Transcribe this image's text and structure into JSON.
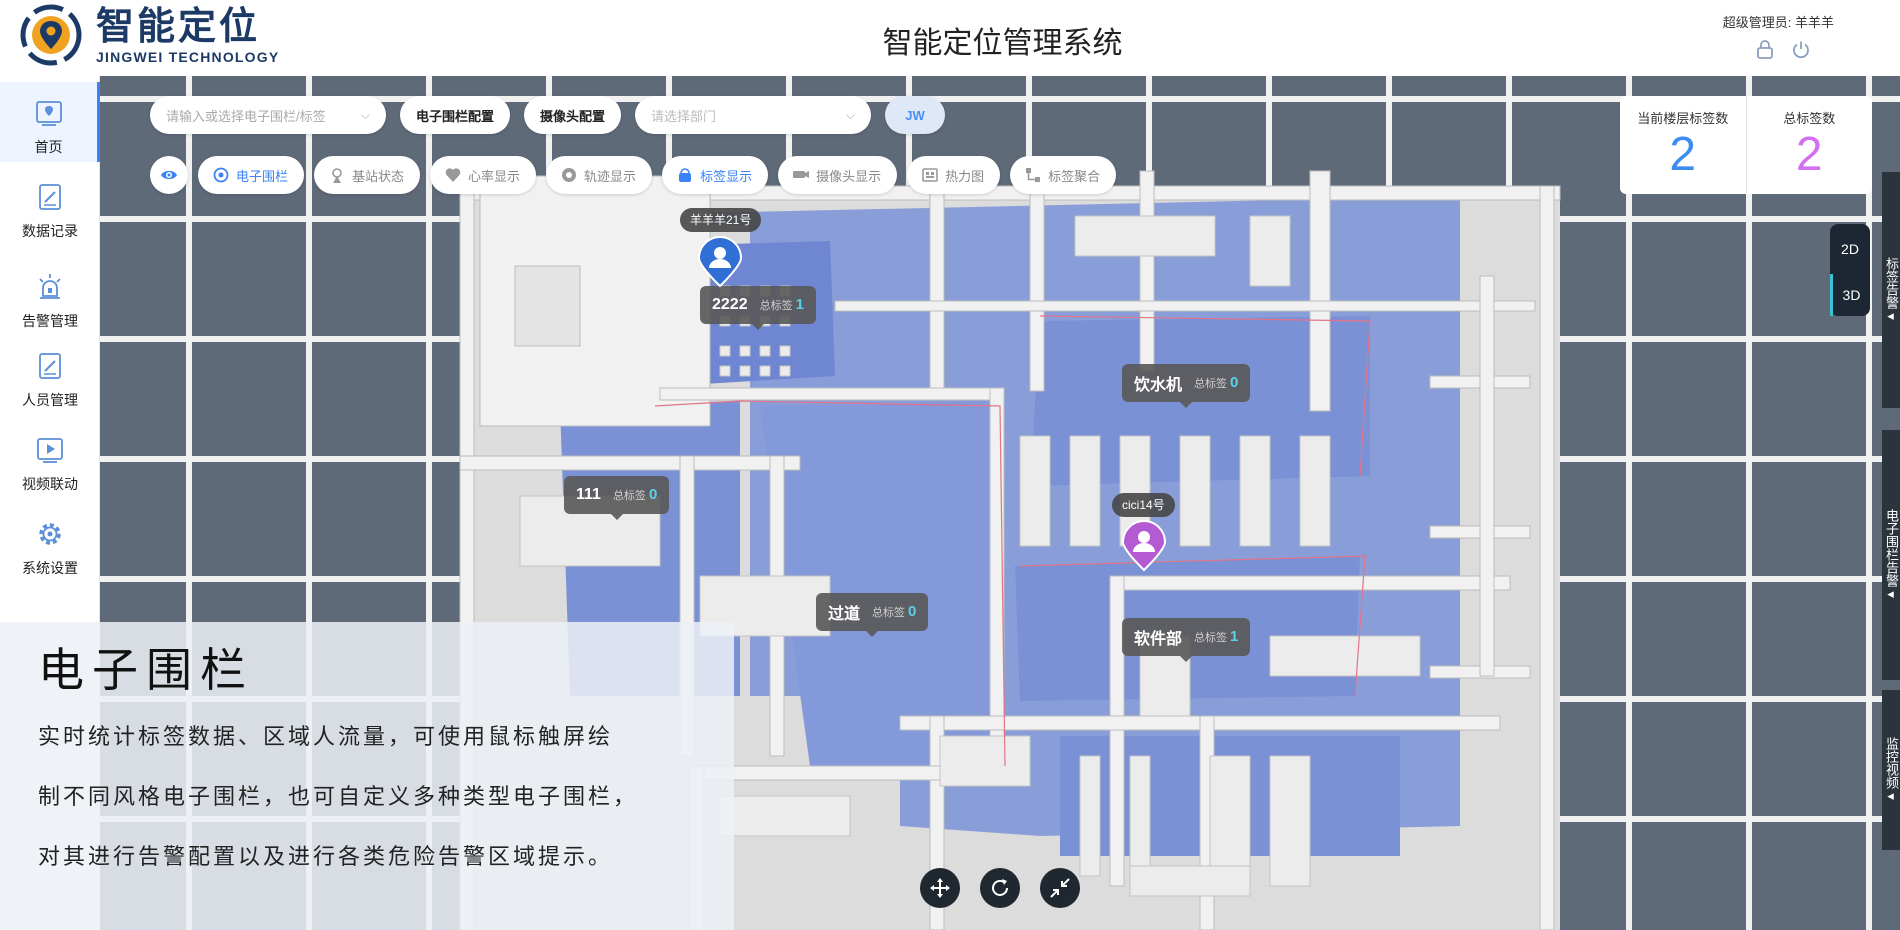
{
  "header": {
    "logo_cn": "智能定位",
    "logo_en": "JINGWEI TECHNOLOGY",
    "app_title": "智能定位管理系统",
    "user_text": "超级管理员:  羊羊羊",
    "icons": [
      "lock-icon",
      "power-icon"
    ]
  },
  "sidebar": {
    "items": [
      {
        "label": "首页",
        "icon": "map-pin-icon",
        "active": true
      },
      {
        "label": "数据记录",
        "icon": "edit-document-icon",
        "active": false
      },
      {
        "label": "告警管理",
        "icon": "alarm-light-icon",
        "active": false
      },
      {
        "label": "人员管理",
        "icon": "edit-document-icon",
        "active": false
      },
      {
        "label": "视频联动",
        "icon": "play-video-icon",
        "active": false
      },
      {
        "label": "系统设置",
        "icon": "gear-icon",
        "active": false
      }
    ]
  },
  "toolbar": {
    "search_placeholder": "请输入或选择电子围栏/标签",
    "fence_config": "电子围栏配置",
    "camera_config": "摄像头配置",
    "dept_placeholder": "请选择部门",
    "jw": "JW"
  },
  "layers": [
    {
      "label": "电子围栏",
      "icon": "fence-icon",
      "active": true
    },
    {
      "label": "基站状态",
      "icon": "base-station-icon",
      "active": false
    },
    {
      "label": "心率显示",
      "icon": "heart-icon",
      "active": false
    },
    {
      "label": "轨迹显示",
      "icon": "track-icon",
      "active": false
    },
    {
      "label": "标签显示",
      "icon": "tag-icon",
      "active": true
    },
    {
      "label": "摄像头显示",
      "icon": "camera-icon",
      "active": false
    },
    {
      "label": "热力图",
      "icon": "heatmap-icon",
      "active": false
    },
    {
      "label": "标签聚合",
      "icon": "cluster-icon",
      "active": false
    }
  ],
  "stats": {
    "floor_label": "当前楼层标签数",
    "floor_value": "2",
    "total_label": "总标签数",
    "total_value": "2",
    "floor_color": "#3b8ef0",
    "total_color": "#d36ff0"
  },
  "view_toggle": {
    "d2": "2D",
    "d3": "3D",
    "active": "3D"
  },
  "edge_tabs": {
    "tag_alarm": "标签告警",
    "fence_alarm": "电子围栏告警",
    "monitor": "监控视频"
  },
  "zones": [
    {
      "name": "2222",
      "total_label": "总标签",
      "count": "1"
    },
    {
      "name": "饮水机",
      "total_label": "总标签",
      "count": "0"
    },
    {
      "name": "111",
      "total_label": "总标签",
      "count": "0"
    },
    {
      "name": "过道",
      "total_label": "总标签",
      "count": "0"
    },
    {
      "name": "软件部",
      "total_label": "总标签",
      "count": "1"
    }
  ],
  "tags": [
    {
      "name": "羊羊羊21号",
      "color": "#2f6fd6"
    },
    {
      "name": "cici14号",
      "color": "#b45ad2"
    }
  ],
  "controls": [
    "move-icon",
    "rotate-icon",
    "collapse-icon"
  ],
  "overlay": {
    "title": "电子围栏",
    "lines": [
      "实时统计标签数据、区域人流量，可使用鼠标触屏绘",
      "制不同风格电子围栏，也可自定义多种类型电子围栏，",
      "对其进行告警配置以及进行各类危险告警区域提示。"
    ]
  }
}
